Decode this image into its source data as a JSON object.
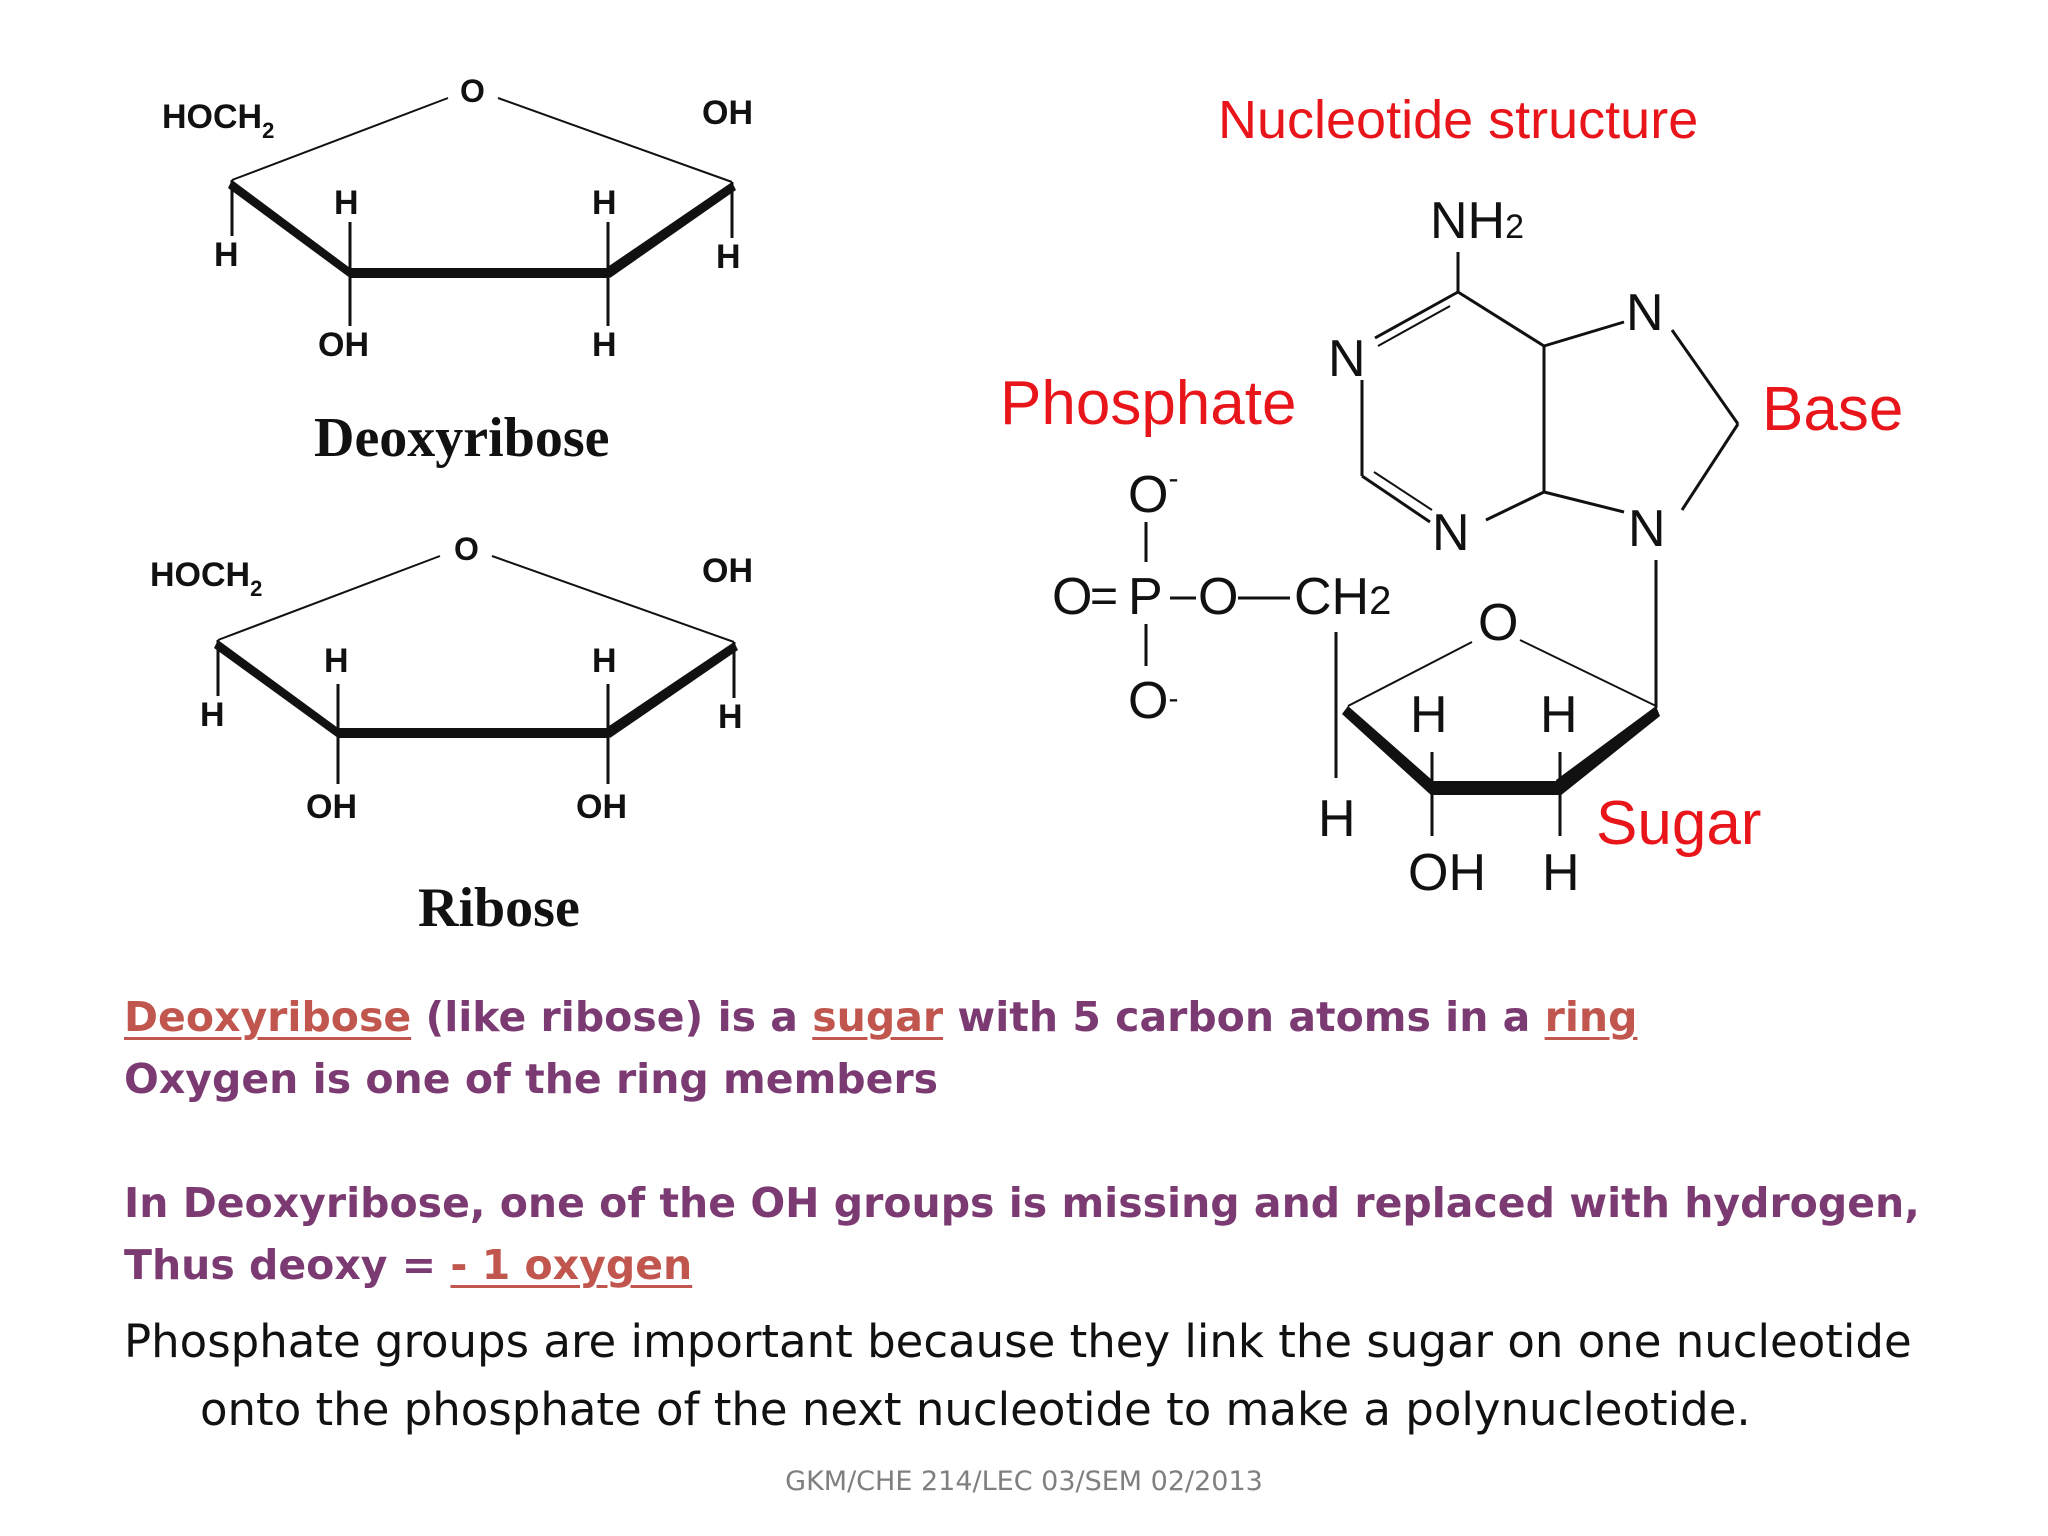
{
  "deoxyribose": {
    "name": "Deoxyribose",
    "hoch2": "HOCH",
    "sub2": "2",
    "ring_o": "O",
    "oh_right": "OH",
    "h_top_left": "H",
    "h_top_right": "H",
    "h_left": "H",
    "h_right": "H",
    "oh_bottom_left": "OH",
    "h_bottom_right": "H"
  },
  "ribose": {
    "name": "Ribose",
    "hoch2": "HOCH",
    "sub2": "2",
    "ring_o": "O",
    "oh_right": "OH",
    "h_top_left": "H",
    "h_top_right": "H",
    "h_left": "H",
    "h_right": "H",
    "oh_bottom_left": "OH",
    "oh_bottom_right": "OH"
  },
  "nucleotide": {
    "title": "Nucleotide structure",
    "phosphate_label": "Phosphate",
    "base_label": "Base",
    "sugar_label": "Sugar",
    "nh2": "NH",
    "sub2": "2",
    "n1": "N",
    "n2": "N",
    "n3": "N",
    "n4": "N",
    "o_minus_top": "O",
    "minus": "-",
    "o_double": "O",
    "equals": "=",
    "p": "P",
    "o_ester": "O",
    "ch2": "CH",
    "o_minus_bottom": "O",
    "ring_o": "O",
    "h_ring_left": "H",
    "h_ring_right": "H",
    "h_left": "H",
    "oh_bottom": "OH",
    "h_bottom": "H"
  },
  "text": {
    "l1_deoxyribose": "Deoxyribose",
    "l1_mid1": " (like ribose) is a ",
    "l1_sugar": "sugar",
    "l1_mid2": " with 5 carbon atoms in a ",
    "l1_ring": "ring",
    "l2": "Oxygen is one of the ring members",
    "l3": "In Deoxyribose, one of the OH groups is missing and replaced with hydrogen,",
    "l4_pre": "Thus deoxy = ",
    "l4_link": "- 1 oxygen",
    "para_line1": "Phosphate groups are important because they link the sugar on one nucleotide",
    "para_line2": "onto the phosphate of the next nucleotide to make a polynucleotide."
  },
  "footer": "GKM/CHE 214/LEC 03/SEM 02/2013",
  "colors": {
    "red_label": "#e8151b",
    "purple_text": "#7b3b72",
    "link": "#c0564e"
  }
}
